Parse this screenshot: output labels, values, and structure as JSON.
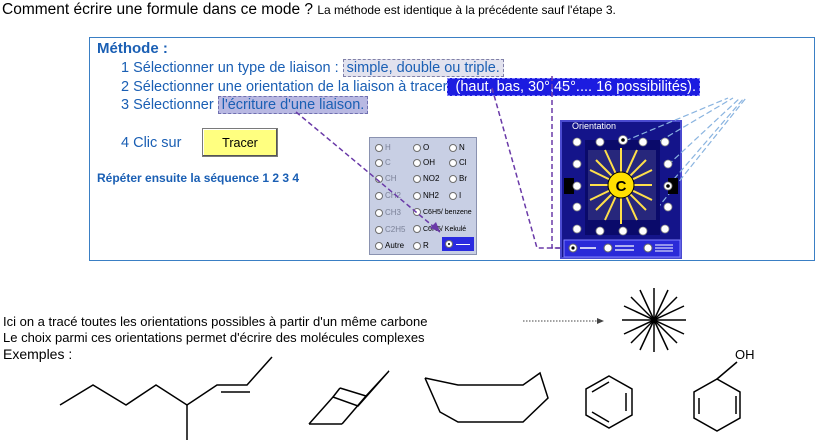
{
  "heading": {
    "main": "Comment écrire une formule dans ce mode ?",
    "sub": "La méthode est identique  à la précédente sauf l'étape 3."
  },
  "method": {
    "title": "Méthode :",
    "step1_prefix": "1 Sélectionner un type de liaison : ",
    "step1_highlight": "simple, double ou triple.",
    "step2_prefix": "2 Sélectionner une orientation de la liaison à tracer",
    "step2_highlight": " (haut, bas, 30°,45°.... 16 possibilités).",
    "step3_prefix": "3 Sélectionner ",
    "step3_highlight": "l'écriture d'une liaison.",
    "step4": "4 Clic sur",
    "tracer_label": "Tracer",
    "repeat": "Répéter ensuite la séquence 1 2 3 4"
  },
  "atom_panel": {
    "options": [
      {
        "label": "H",
        "dim": true
      },
      {
        "label": "O",
        "dim": false
      },
      {
        "label": "N",
        "dim": false
      },
      {
        "label": "C",
        "dim": true
      },
      {
        "label": "OH",
        "dim": false
      },
      {
        "label": "Cl",
        "dim": false
      },
      {
        "label": "CH",
        "dim": true
      },
      {
        "label": "NO2",
        "dim": false
      },
      {
        "label": "Br",
        "dim": false
      },
      {
        "label": "CH2",
        "dim": true
      },
      {
        "label": "NH2",
        "dim": false
      },
      {
        "label": "I",
        "dim": false
      },
      {
        "label": "CH3",
        "dim": true
      },
      {
        "label": "C6H5/ benzene",
        "dim": false
      },
      {
        "label": "C2H5",
        "dim": true
      },
      {
        "label": "C6H5/ Kekulé",
        "dim": false
      },
      {
        "label": "Autre",
        "dim": false
      },
      {
        "label": "R",
        "dim": false
      }
    ]
  },
  "orientation_panel": {
    "label": "Orientation",
    "center_atom": "C"
  },
  "info": {
    "line1": "Ici on a tracé toutes les orientations possibles à partir d'un même carbone",
    "line2": "Le choix parmi ces orientations permet d'écrire des molécules complexes",
    "examples": "Exemples :",
    "oh_label": "OH"
  },
  "colors": {
    "accent_blue": "#1a5fb4",
    "panel_navy": "#14148a",
    "tracer_yellow": "#ffff80",
    "highlight_blue": "#1c1ce0",
    "connector_purple": "#6a3aa8",
    "connector_lightblue": "#8ab4e0"
  }
}
